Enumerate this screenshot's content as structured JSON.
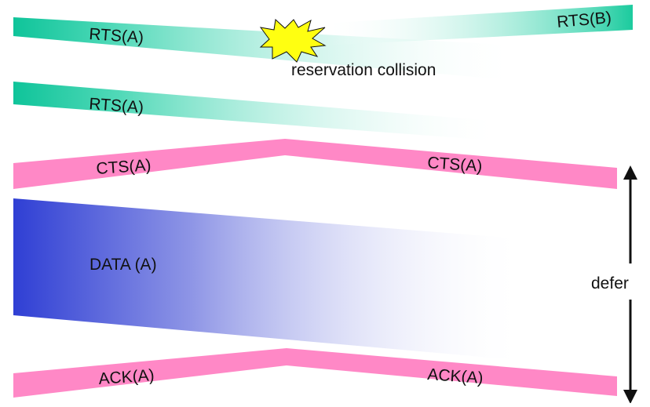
{
  "labels": {
    "rts_a_top": "RTS(A)",
    "rts_b": "RTS(B)",
    "collision": "reservation collision",
    "rts_a_second": "RTS(A)",
    "cts_left": "CTS(A)",
    "cts_right": "CTS(A)",
    "data": "DATA (A)",
    "ack_left": "ACK(A)",
    "ack_right": "ACK(A)",
    "defer": "defer"
  },
  "colors": {
    "rts_teal": "#16c79c",
    "cts_pink": "#ff88c6",
    "data_blue": "#2f3fd4",
    "burst_yellow": "#ffff11",
    "arrow": "#111111"
  }
}
